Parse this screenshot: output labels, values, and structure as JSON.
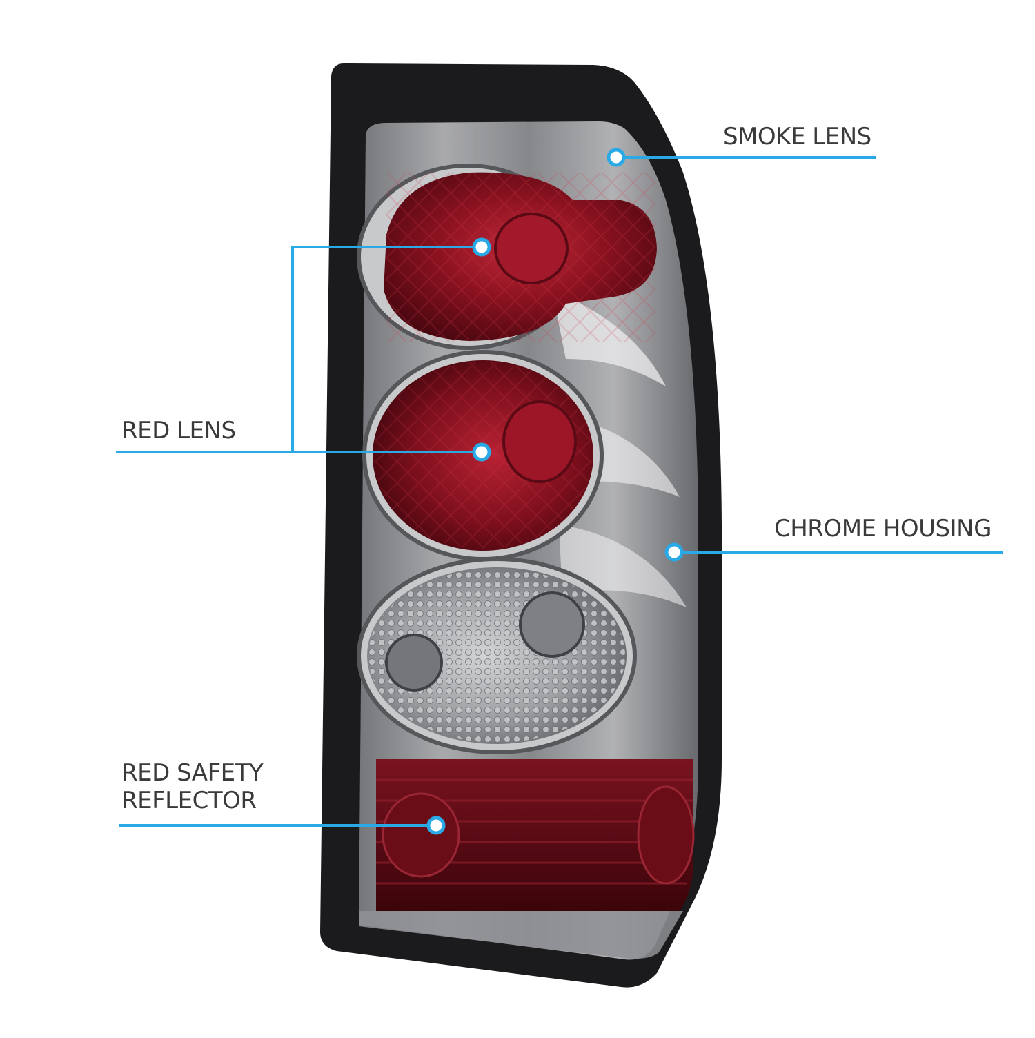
{
  "callouts": {
    "smoke_lens": "SMOKE LENS",
    "red_lens": "RED LENS",
    "chrome_housing": "CHROME HOUSING",
    "red_safety_reflector_line1": "RED SAFETY",
    "red_safety_reflector_line2": "REFLECTOR"
  },
  "colors": {
    "callout_line": "#29a9e6",
    "callout_text": "#3a3a3a",
    "red_lens": "#9a1423",
    "housing_frame": "#1b1b1d",
    "smoke_chrome": "#b9bbbe"
  }
}
